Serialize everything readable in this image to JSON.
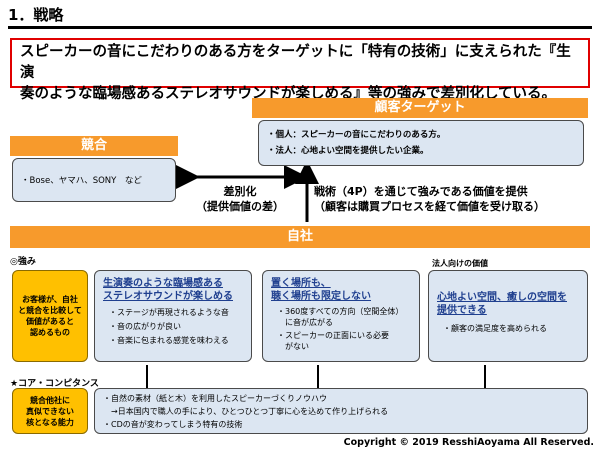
{
  "header": {
    "title": "1．戦略"
  },
  "summary": {
    "line1": "スピーカーの音にこだわりのある方をターゲットに「特有の技術」に支えられた『生演",
    "line2": "奏のような臨場感あるステレオサウンドが楽しめる』等の強みで差別化している。"
  },
  "target": {
    "label": "顧客ターゲット",
    "items": [
      "・個人：スピーカーの音にこだわりのある方。",
      "・法人：心地よい空間を提供したい企業。"
    ]
  },
  "competition": {
    "label": "競合",
    "items": "・Bose、ヤマハ、SONY　など"
  },
  "differentiation": {
    "line1": "差別化",
    "line2": "（提供価値の差）"
  },
  "value_delivery": {
    "line1": "戦術（4P）を通じて強みである価値を提供",
    "line2": "（顧客は購買プロセスを経て価値を受け取る）"
  },
  "company": {
    "label": "自社"
  },
  "strengths": {
    "section_label": "◎強み",
    "corporate_label": "法人向けの価値",
    "yellow_note": [
      "お客様が、自社",
      "と競合を比較して",
      "価値があると",
      "認めるもの"
    ],
    "box1": {
      "headline": [
        "生演奏のような臨場感ある",
        "ステレオサウンドが楽しめる"
      ],
      "bullets": [
        "・ステージが再現されるような音",
        "・音の広がりが良い",
        "・音楽に包まれる感覚を味わえる"
      ]
    },
    "box2": {
      "headline": [
        "置く場所も、",
        "聴く場所も限定しない"
      ],
      "bullets": [
        "・360度すべての方向（空間全体）",
        "　に音が広がる",
        "・スピーカーの正面にいる必要",
        "　がない"
      ]
    },
    "box3": {
      "headline": [
        "心地よい空間、癒しの空間を",
        "提供できる"
      ],
      "bullets": [
        "・顧客の満足度を高められる"
      ]
    }
  },
  "core_competence": {
    "section_label": "★コア・コンピタンス",
    "yellow_note": [
      "競合他社に",
      "真似できない",
      "核となる能力"
    ],
    "bullets": [
      "・自然の素材（紙と木）を利用したスピーカーづくりノウハウ",
      "　→日本国内で職人の手により、ひとつひとつ丁寧に心を込めて作り上げられる",
      "・CDの音が変わってしまう特有の技術"
    ]
  },
  "footer": {
    "copyright": "Copyright ©  2019  ResshiAoyama  All   Reserved."
  }
}
